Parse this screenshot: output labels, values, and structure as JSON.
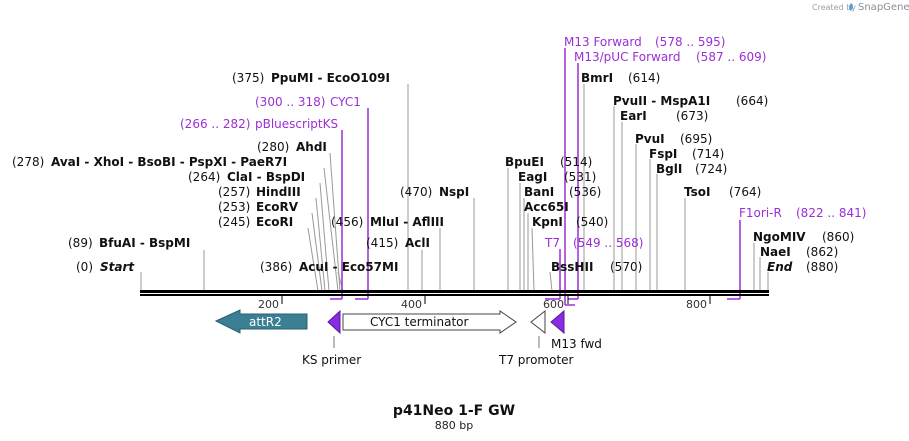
{
  "credit": {
    "prefix": "Created by",
    "brand": "SnapGene"
  },
  "title": "p41Neo 1-F GW",
  "length": "880 bp",
  "ruler": {
    "ticks": [
      "200",
      "400",
      "600",
      "800"
    ]
  },
  "sites": [
    {
      "pos": "(0)",
      "names": "Start",
      "style": "italic"
    },
    {
      "pos": "(89)",
      "names": "BfuAI  -  BspMI"
    },
    {
      "pos": "(245)",
      "names": "EcoRI"
    },
    {
      "pos": "(253)",
      "names": "EcoRV"
    },
    {
      "pos": "(257)",
      "names": "HindIII"
    },
    {
      "pos": "(264)",
      "names": "ClaI  -  BspDI"
    },
    {
      "pos": "(278)",
      "names": "AvaI  -  XhoI  -  BsoBI  -  PspXI  -  PaeR7I"
    },
    {
      "pos": "(280)",
      "names": "AhdI"
    },
    {
      "pos": "(375)",
      "names": "PpuMI  -  EcoO109I"
    },
    {
      "pos": "(386)",
      "names": "AcuI  -  Eco57MI"
    },
    {
      "pos": "(415)",
      "names": "AclI"
    },
    {
      "pos": "(456)",
      "names": "MluI  -  AflIII"
    },
    {
      "pos": "(470)",
      "names": "NspI"
    },
    {
      "pos": "(514)",
      "names": "BpuEI"
    },
    {
      "pos": "(531)",
      "names": "EagI"
    },
    {
      "pos": "(536)",
      "names": "BanI"
    },
    {
      "pos": "Acc65I",
      "names": ""
    },
    {
      "pos": "(540)",
      "names": "KpnI"
    },
    {
      "pos": "(570)",
      "names": "BssHII"
    },
    {
      "pos": "(614)",
      "names": "BmrI"
    },
    {
      "pos": "(664)",
      "names": "PvuII  -  MspA1I"
    },
    {
      "pos": "(673)",
      "names": "EarI"
    },
    {
      "pos": "(695)",
      "names": "PvuI"
    },
    {
      "pos": "(714)",
      "names": "FspI"
    },
    {
      "pos": "(724)",
      "names": "BglI"
    },
    {
      "pos": "(764)",
      "names": "TsoI"
    },
    {
      "pos": "(860)",
      "names": "NgoMIV"
    },
    {
      "pos": "(862)",
      "names": "NaeI"
    },
    {
      "pos": "(880)",
      "names": "End",
      "style": "italic"
    }
  ],
  "primers": [
    {
      "name": "M13 Forward",
      "range": "(578 .. 595)"
    },
    {
      "name": "M13/pUC Forward",
      "range": "(587 .. 609)"
    },
    {
      "name": "CYC1",
      "range": "(300 .. 318)"
    },
    {
      "name": "pBluescriptKS",
      "range": "(266 .. 282)"
    },
    {
      "name": "T7",
      "range": "(549 .. 568)"
    },
    {
      "name": "F1ori-R",
      "range": "(822 .. 841)"
    }
  ],
  "features": [
    {
      "name": "attR2",
      "color": "#3a7f94"
    },
    {
      "name": "CYC1 terminator",
      "color": "#ffffff"
    },
    {
      "name": "KS primer",
      "color": "#8a2be2"
    },
    {
      "name": "T7 promoter",
      "color": "#ffffff"
    },
    {
      "name": "M13 fwd",
      "color": "#8a2be2"
    }
  ],
  "colors": {
    "primer": "#9b2fd6",
    "feature_primer": "#8a2be2",
    "attR": "#3a7f94",
    "backbone": "#000000"
  }
}
